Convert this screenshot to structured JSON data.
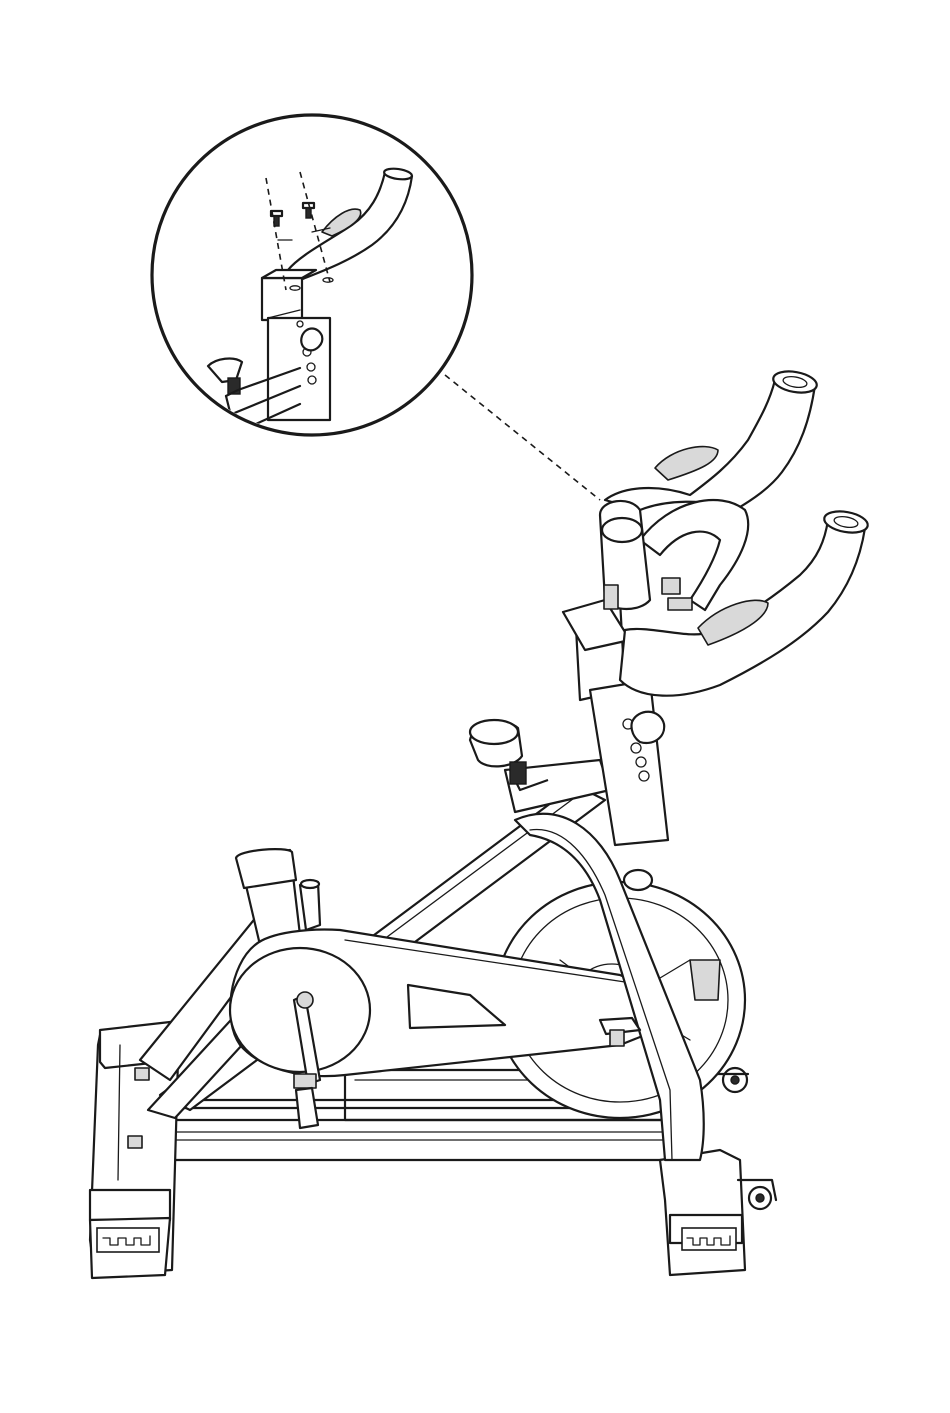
{
  "figure": {
    "subject": "exercise-bike",
    "step": "handlebar-attachment",
    "line_color": "#1a1a1a",
    "background": "#ffffff",
    "detail_callout": {
      "shows": [
        "handlebar",
        "bolts",
        "washers",
        "handlebar-post",
        "adjustment-knob"
      ]
    }
  }
}
